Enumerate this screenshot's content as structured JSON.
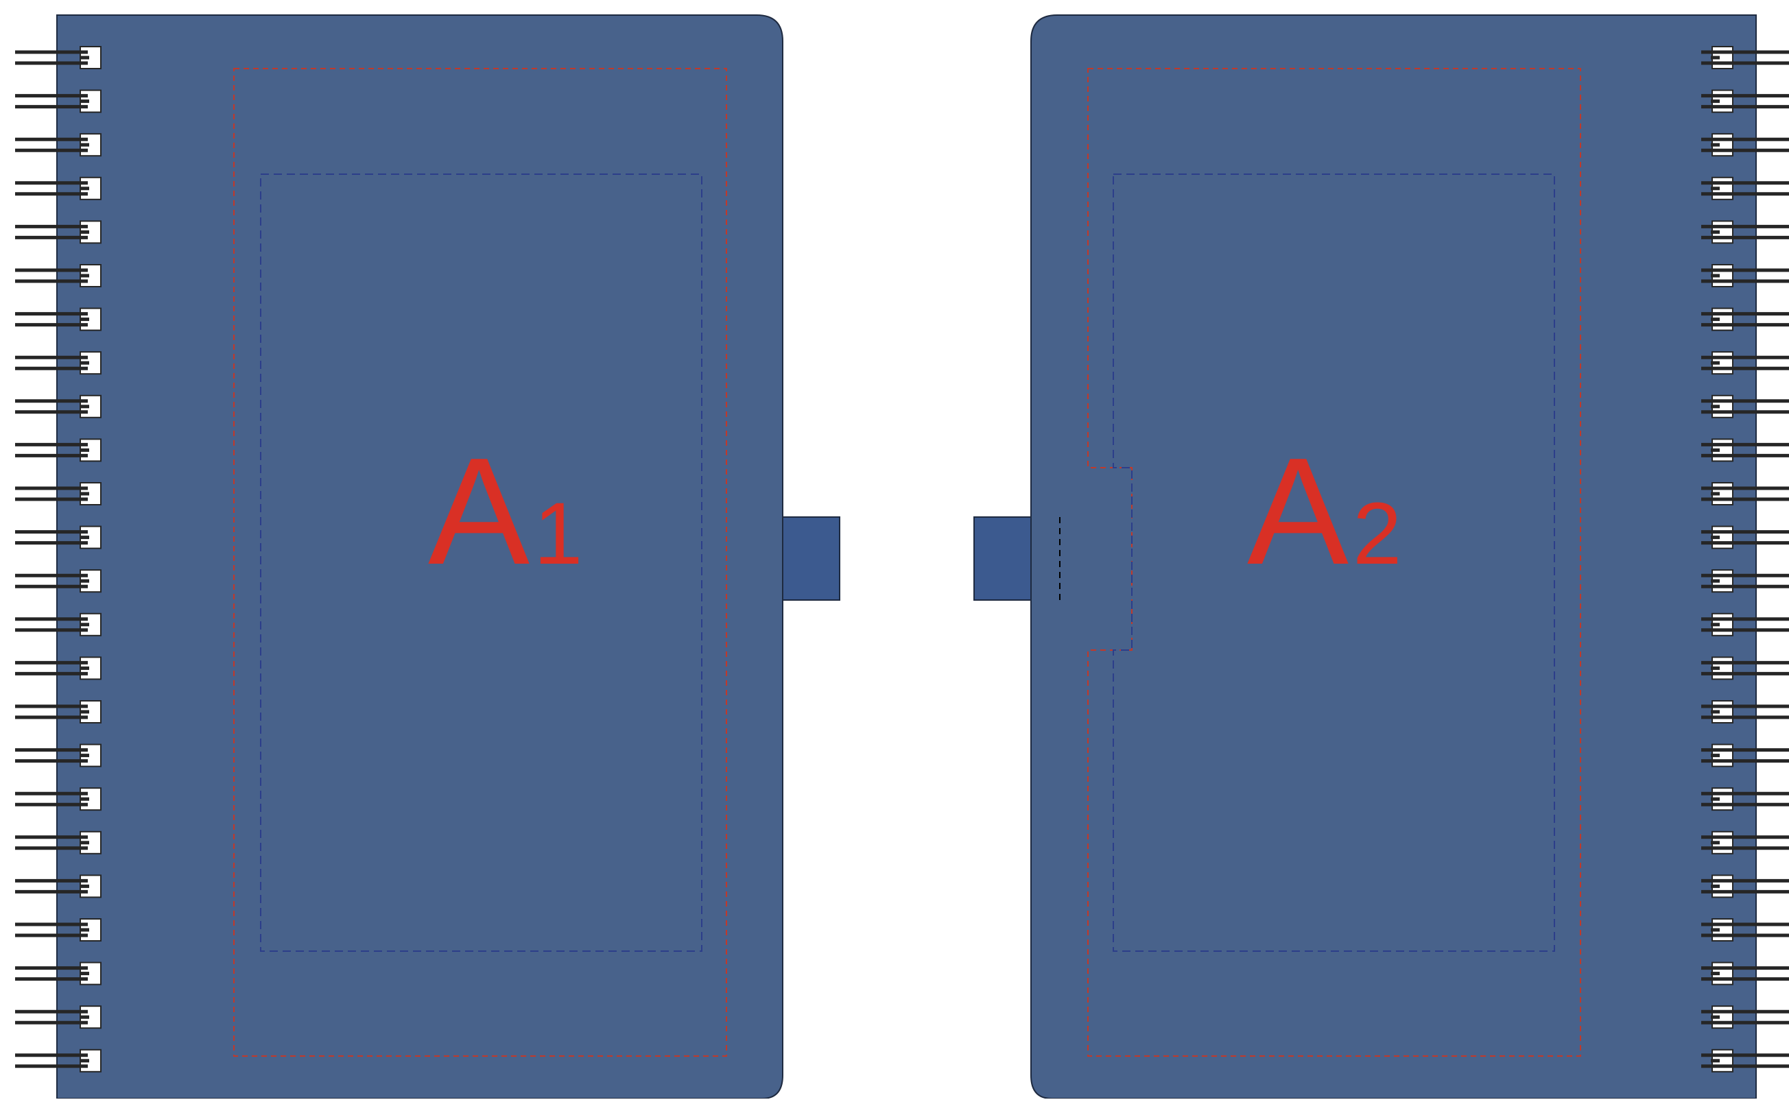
{
  "colors": {
    "background": "#ffffff",
    "cover_fill": "#48628b",
    "cover_outline": "#1e2a40",
    "tab_fill": "#3c5a8f",
    "print_area_line": "#c0392b",
    "safe_area_line": "#2c3e8a",
    "label_color": "#d93025",
    "coil_color": "#262626",
    "coil_hole_fill": "#ffffff"
  },
  "icons": {
    "binding": "spiral-coil-icon"
  },
  "covers": [
    {
      "id": "front",
      "label_letter": "A",
      "label_index": "1"
    },
    {
      "id": "back",
      "label_letter": "A",
      "label_index": "2"
    }
  ]
}
